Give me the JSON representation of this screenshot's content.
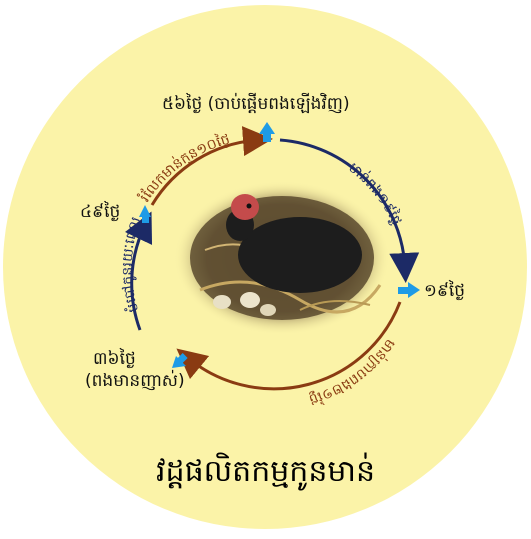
{
  "diagram": {
    "title": "វដ្តផលិតកម្មកូនមាន់",
    "nodes": {
      "top": "៥៦ថ្ងៃ (ចាប់ផ្ដើមពងឡើងវិញ)",
      "right": "១៩ថ្ងៃ",
      "bottom_left_line1": "៣៦ថ្ងៃ",
      "bottom_left_line2": "(ពងមានញាស់)",
      "left": "៤៩ថ្ងៃ"
    },
    "arcs": {
      "top_right": "មាន់ពង១៩ថ្ងៃ",
      "bottom": "មាន់ក្រាបពង២១ថ្ងៃ",
      "left": "បំបៅកូនរយៈពេល១២ថ្ងៃ",
      "top_left": "រំលែកមាន់កូន១០ថ្ងៃ"
    },
    "colors": {
      "background_circle": "#fbf3a8",
      "navy_arrow": "#1c2a66",
      "brown_arrow": "#8a3b12",
      "cyan_marker": "#1e9be6",
      "arc_label_navy": "#1c2a66",
      "arc_label_brown": "#8a3b12"
    },
    "photo": "hen-with-chicks-photo"
  }
}
